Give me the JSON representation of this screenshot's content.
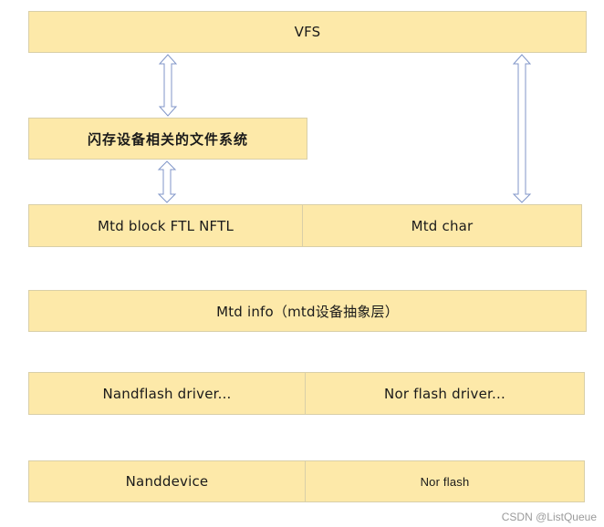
{
  "diagram": {
    "vfs": "VFS",
    "flash_fs": "闪存设备相关的文件系统",
    "mtd_block": "Mtd block FTL NFTL",
    "mtd_char": "Mtd char",
    "mtd_info": "Mtd info（mtd设备抽象层）",
    "nand_driver": "Nandflash driver...",
    "nor_driver": "Nor flash driver...",
    "nand_device": "Nanddevice",
    "nor_flash": "Nor flash"
  },
  "colors": {
    "box_fill": "#fde9a9",
    "arrow_stroke": "#8096c8"
  },
  "watermark": "CSDN @ListQueue"
}
